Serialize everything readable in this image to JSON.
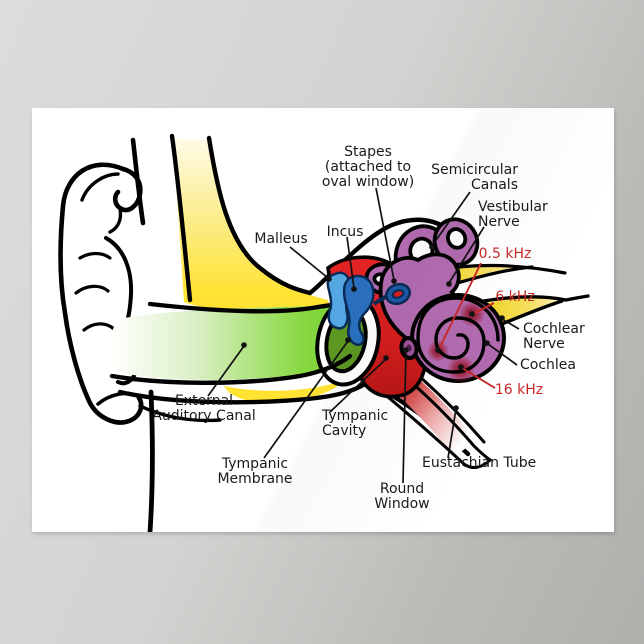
{
  "diagram": {
    "labels": {
      "stapes": {
        "lines": [
          "Stapes",
          "(attached to",
          "oval window)"
        ]
      },
      "semicircular": {
        "lines": [
          "Semicircular",
          "Canals"
        ]
      },
      "vestibular": {
        "lines": [
          "Vestibular",
          "Nerve"
        ]
      },
      "incus": {
        "lines": [
          "Incus"
        ]
      },
      "malleus": {
        "lines": [
          "Malleus"
        ]
      },
      "freq_05": {
        "lines": [
          "0.5 kHz"
        ]
      },
      "freq_6": {
        "lines": [
          "6 kHz"
        ]
      },
      "cochlear_nerve": {
        "lines": [
          "Cochlear",
          "Nerve"
        ]
      },
      "cochlea": {
        "lines": [
          "Cochlea"
        ]
      },
      "freq_16": {
        "lines": [
          "16 kHz"
        ]
      },
      "external_canal": {
        "lines": [
          "External",
          "Auditory Canal"
        ]
      },
      "tympanic_cavity": {
        "lines": [
          "Tympanic",
          "Cavity"
        ]
      },
      "tympanic_membrane": {
        "lines": [
          "Tympanic",
          "Membrane"
        ]
      },
      "eustachian_tube": {
        "lines": [
          "Eustachian Tube"
        ]
      },
      "round_window": {
        "lines": [
          "Round",
          "Window"
        ]
      }
    },
    "colors": {
      "background_top": "#dcdcdb",
      "background_bottom": "#b1afac",
      "poster_white": "#ffffff",
      "line_black": "#000000",
      "bone_yellow": "#ffe232",
      "bone_yellow_pale": "#fbef9e",
      "canal_green": "#7fd438",
      "membrane_green": "#5d9722",
      "cavity_red": "#d92020",
      "malleus_blue": "#54a7e3",
      "incus_blue": "#2a6fbe",
      "stapes_blue": "#1d5aa6",
      "labyrinth_purple": "#b26bb0",
      "nerve_yellow": "#f2d41f",
      "tube_pink": "#e08a8a",
      "frequency_red": "#c82828",
      "spot_dark_red": "#7d1226",
      "label_black": "#1a1a1a"
    }
  }
}
